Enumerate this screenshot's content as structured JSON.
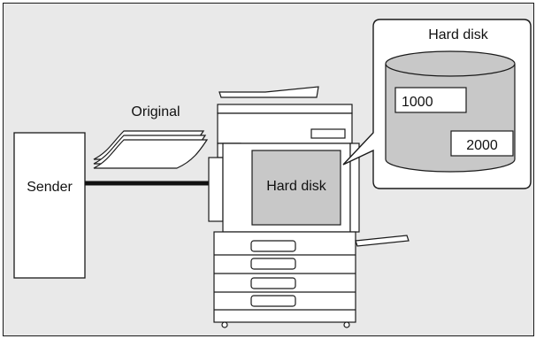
{
  "labels": {
    "original": "Original",
    "sender": "Sender",
    "machine_hard_disk": "Hard disk",
    "callout_hard_disk": "Hard disk",
    "box_1000": "1000",
    "box_2000": "2000"
  },
  "colors": {
    "background": "#e9e9e9",
    "stroke": "#1a1a1a",
    "white": "#ffffff",
    "hard_disk_panel": "#c8c8c8"
  },
  "icons": {
    "paper_stack": "paper-stack-icon",
    "mfp": "multifunction-printer-icon",
    "disk": "disk-cylinder-icon"
  }
}
